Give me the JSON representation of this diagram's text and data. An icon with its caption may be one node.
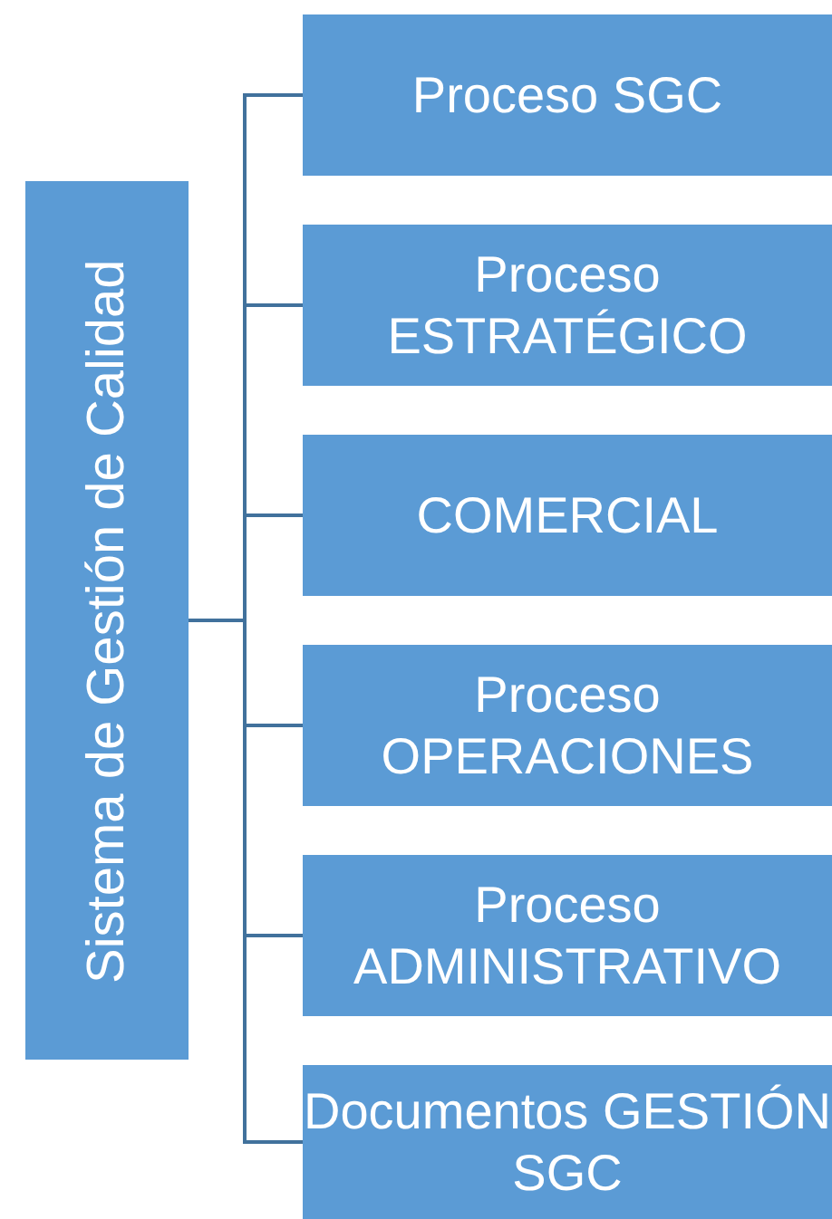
{
  "diagram": {
    "nodes": [
      {
        "text": [
          "Sistema de Gestión de Calidad"
        ]
      },
      {
        "text": [
          "Proceso SGC"
        ]
      },
      {
        "text": [
          "Proceso ESTRATÉGICO"
        ]
      },
      {
        "text": [
          "COMERCIAL"
        ]
      },
      {
        "text": [
          "Proceso OPERACIONES"
        ]
      },
      {
        "text": [
          "Proceso ADMINISTRATIVO"
        ]
      },
      {
        "text": [
          "Documentos GESTIÓN SGC"
        ]
      }
    ],
    "edges": [
      {
        "from": 0,
        "to": 1,
        "arrow": "none"
      },
      {
        "from": 0,
        "to": 2,
        "arrow": "none"
      },
      {
        "from": 0,
        "to": 3,
        "arrow": "none"
      },
      {
        "from": 0,
        "to": 4,
        "arrow": "none"
      },
      {
        "from": 0,
        "to": 5,
        "arrow": "none"
      },
      {
        "from": 0,
        "to": 6,
        "arrow": "none"
      }
    ]
  }
}
